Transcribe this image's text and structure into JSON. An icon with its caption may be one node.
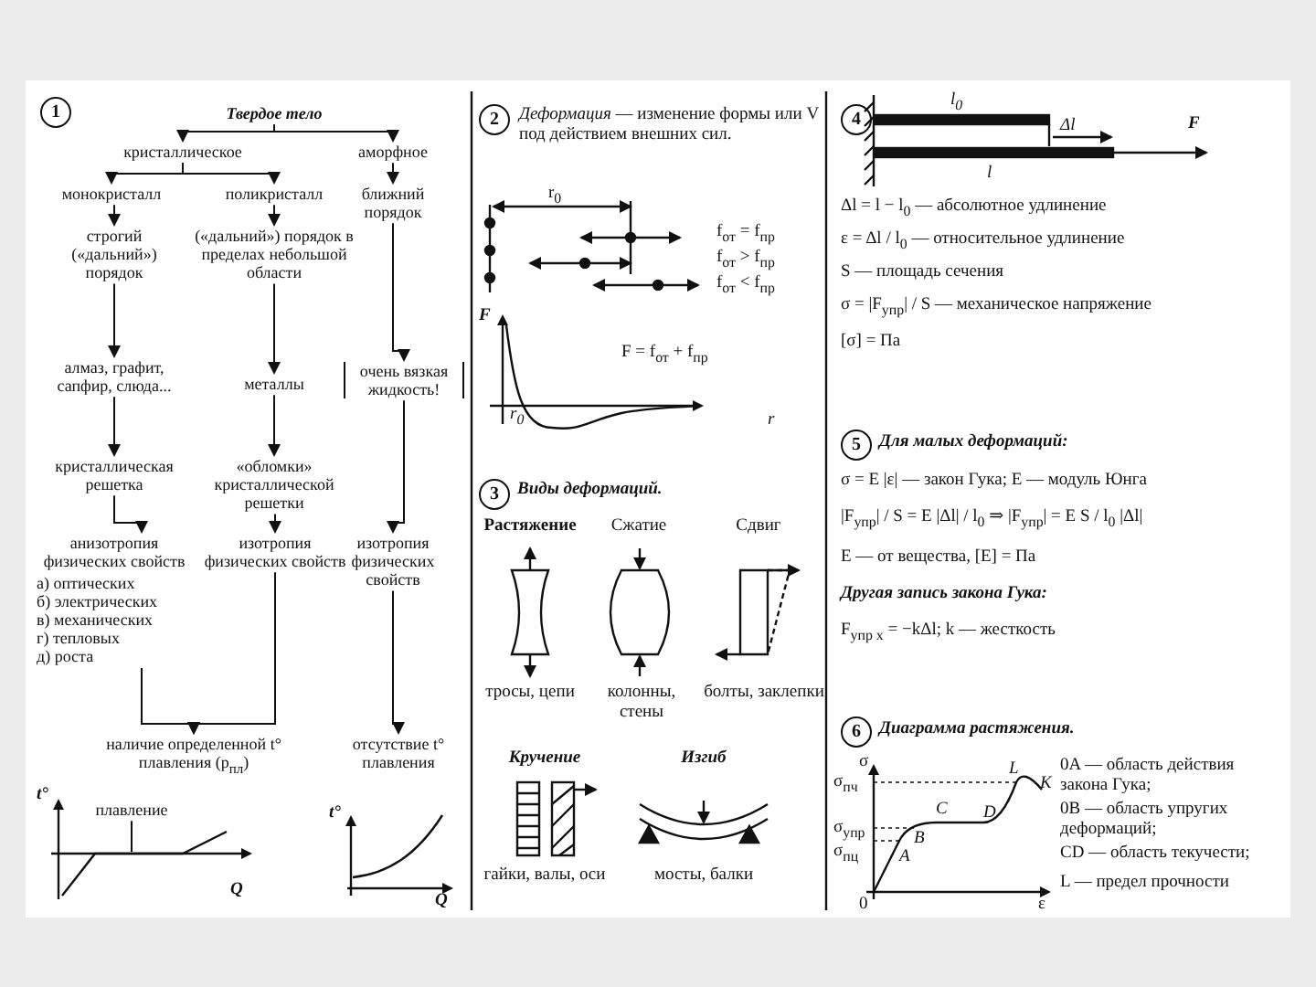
{
  "diagram": {
    "nodes": [
      {
        "text": [
          "Твердое тело"
        ]
      },
      {
        "text": [
          "кристаллическое"
        ]
      },
      {
        "text": [
          "аморфное"
        ]
      },
      {
        "text": [
          "монокристалл"
        ]
      },
      {
        "text": [
          "поликристалл"
        ]
      },
      {
        "text": [
          "строгий («дальний») порядок"
        ]
      },
      {
        "text": [
          "(«дальний») порядок в пределах небольшой области"
        ]
      },
      {
        "text": [
          "ближний порядок"
        ]
      },
      {
        "text": [
          "алмаз, графит, сапфир, слюда..."
        ]
      },
      {
        "text": [
          "металлы"
        ]
      },
      {
        "text": [
          "очень вязкая жидкость!"
        ]
      },
      {
        "text": [
          "кристаллическая решетка"
        ]
      },
      {
        "text": [
          "«обломки» кристаллической решетки"
        ]
      },
      {
        "text": [
          "анизотропия физических свойств"
        ],
        "beside": [
          "а) оптических",
          "б) электрических",
          "в) механических",
          "г) тепловых",
          "д) роста"
        ]
      },
      {
        "text": [
          "изотропия физических свойств"
        ]
      },
      {
        "text": [
          "изотропия физических свойств"
        ]
      },
      {
        "text": [
          "наличие определенной t° плавления (p$_{пл}$)"
        ]
      },
      {
        "text": [
          "отсутствие t° плавления"
        ]
      },
      {
        "text": [
          "плавление"
        ]
      }
    ],
    "edges": [
      {
        "from": 0,
        "to": 1,
        "arrow": "to"
      },
      {
        "from": 0,
        "to": 2,
        "arrow": "to"
      },
      {
        "from": 1,
        "to": 3,
        "arrow": "to"
      },
      {
        "from": 1,
        "to": 4,
        "arrow": "to"
      },
      {
        "from": 3,
        "to": 5,
        "arrow": "to"
      },
      {
        "from": 4,
        "to": 6,
        "arrow": "to"
      },
      {
        "from": 2,
        "to": 7,
        "arrow": "to"
      },
      {
        "from": 5,
        "to": 8,
        "arrow": "to"
      },
      {
        "from": 6,
        "to": 9,
        "arrow": "to"
      },
      {
        "from": 7,
        "to": 10,
        "arrow": "to"
      },
      {
        "from": 8,
        "to": 11,
        "arrow": "to"
      },
      {
        "from": 9,
        "to": 12,
        "arrow": "to"
      },
      {
        "from": 10,
        "to": 15,
        "arrow": "to"
      },
      {
        "from": 11,
        "to": 13,
        "arrow": "to"
      },
      {
        "from": 12,
        "to": 14,
        "arrow": "to"
      },
      {
        "from": 13,
        "to": 16,
        "arrow": "to"
      },
      {
        "from": 14,
        "to": 16,
        "arrow": "to"
      },
      {
        "from": 15,
        "to": 17,
        "arrow": "to"
      },
      {
        "from": 18,
        "to": null,
        "arrow": "none"
      }
    ],
    "labels": [
      "1",
      "t°",
      "Q",
      "t°",
      "Q",
      "2",
      "*Деформация* — изменение формы или V под действием внешних сил.",
      "r$_{0}$",
      "f$_{от}$ = f$_{пр}$",
      "f$_{от}$ > f$_{пр}$",
      "f$_{от}$ < f$_{пр}$",
      "F",
      "F = f$_{от}$ + f$_{пр}$",
      "r$_{0}$",
      "r",
      "3",
      "Виды деформаций.",
      "Растяжение",
      "Сжатие",
      "Сдвиг",
      "тросы, цепи",
      "колонны, стены",
      "болты, заклепки",
      "Кручение",
      "Изгиб",
      "гайки, валы, оси",
      "мосты, балки",
      "4",
      "l$_{0}$",
      "Δl",
      "F",
      "l",
      "Δl = l − l$_{0}$ — абсолютное удлинение",
      "ε = Δl / l$_{0}$ — относительное удлинение",
      "S — площадь сечения",
      "σ = |F$_{упр}$| / S — механическое напряжение",
      "[σ] = Па",
      "5",
      "Для малых деформаций:",
      "σ = E |ε| — закон Гука; E — модуль Юнга",
      "|F$_{упр}$| / S = E |Δl| / l$_{0}$ ⇒ |F$_{упр}$| = E S / l$_{0}$ |Δl|",
      "E — от вещества, [E] = Па",
      "Другая запись закона Гука:",
      "F$_{упр x}$ = −kΔl; k — жесткость",
      "6",
      "Диаграмма растяжения.",
      "σ",
      "σ$_{пч}$",
      "σ$_{упр}$",
      "σ$_{пц}$",
      "0",
      "ε",
      "A",
      "B",
      "C",
      "D",
      "L",
      "K",
      "0A — область действия закона Гука;",
      "0B — область упругих деформаций;",
      "CD — область текучести;",
      "L — предел прочности"
    ]
  }
}
